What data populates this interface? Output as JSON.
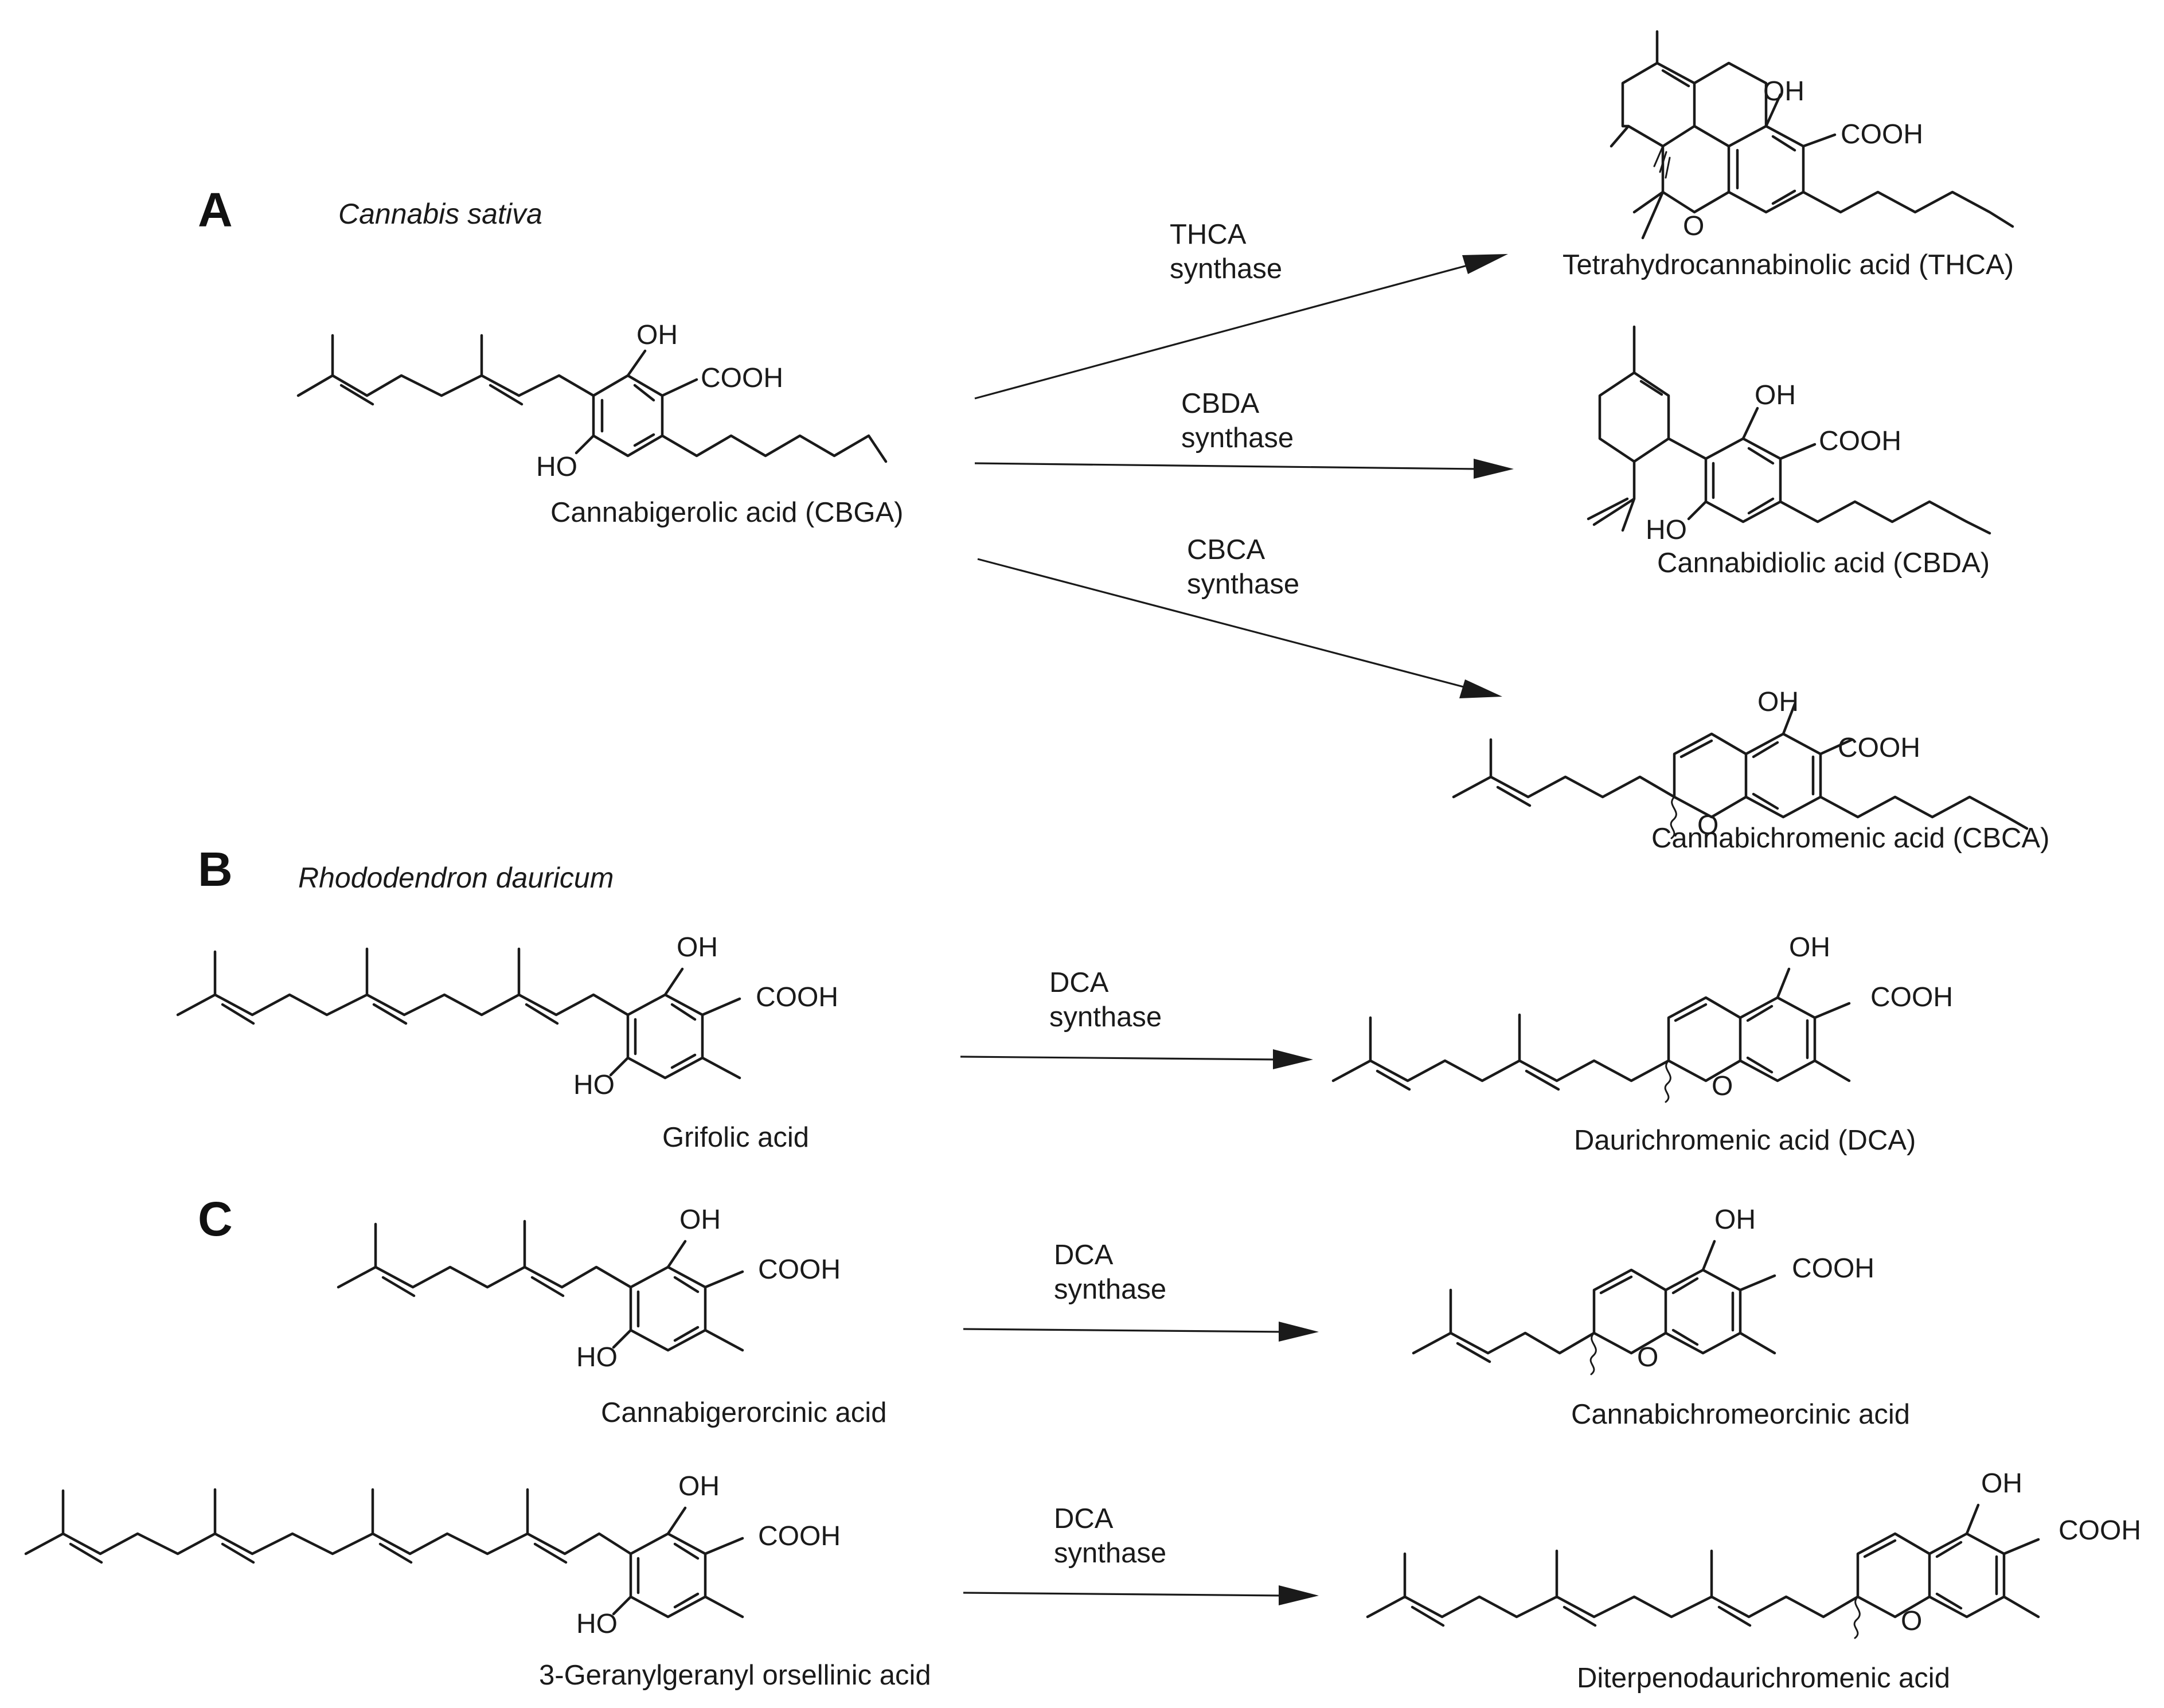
{
  "panels": {
    "a": {
      "letter": "A",
      "organism": "Cannabis sativa"
    },
    "b": {
      "letter": "B",
      "organism": "Rhododendron dauricum"
    },
    "c": {
      "letter": "C"
    }
  },
  "atom_labels": {
    "oh": "OH",
    "ho": "HO",
    "cooh": "COOH",
    "o": "O"
  },
  "compounds": {
    "cbga": "Cannabigerolic acid (CBGA)",
    "thca": "Tetrahydrocannabinolic acid (THCA)",
    "cbda": "Cannabidiolic acid (CBDA)",
    "cbca": "Cannabichromenic acid (CBCA)",
    "grifolic": "Grifolic acid",
    "dca": "Daurichromenic acid (DCA)",
    "cbgo": "Cannabigerorcinic acid",
    "cbco": "Cannabichromeorcinic acid",
    "ggoa": "3-Geranylgeranyl orsellinic acid",
    "ddca": "Diterpenodaurichromenic acid"
  },
  "enzymes": {
    "thca": [
      "THCA",
      "synthase"
    ],
    "cbda": [
      "CBDA",
      "synthase"
    ],
    "cbca": [
      "CBCA",
      "synthase"
    ],
    "dca_b": [
      "DCA",
      "synthase"
    ],
    "dca_c1": [
      "DCA",
      "synthase"
    ],
    "dca_c2": [
      "DCA",
      "synthase"
    ]
  }
}
